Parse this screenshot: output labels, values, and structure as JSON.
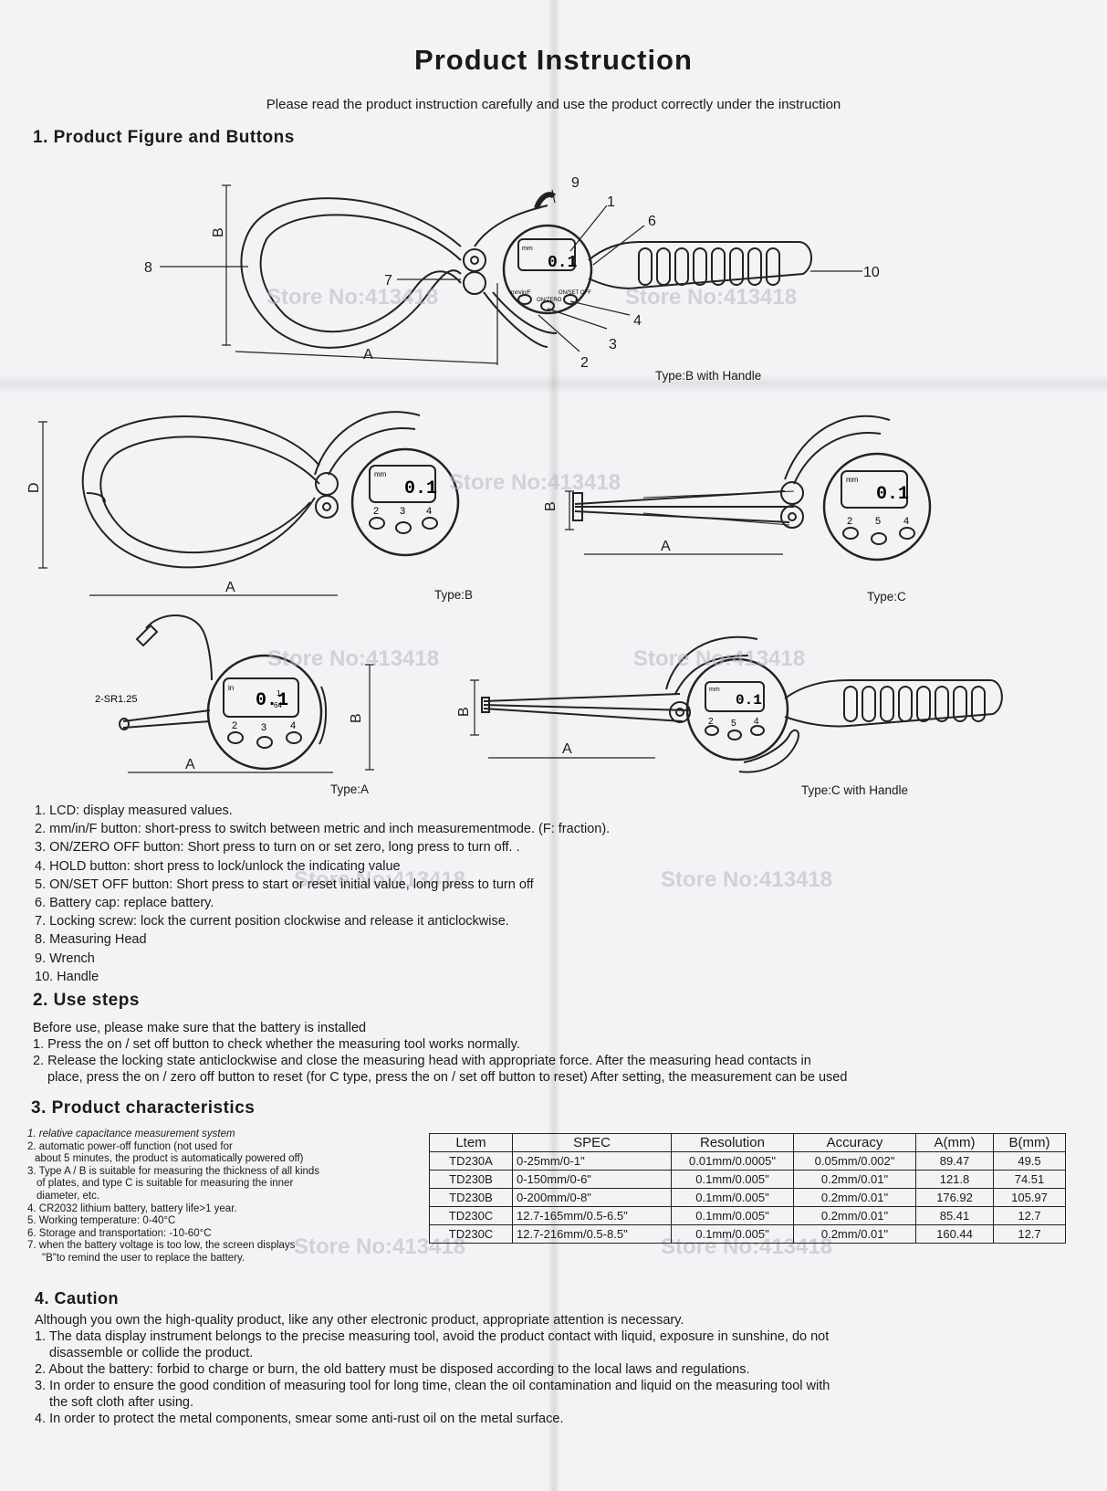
{
  "title": "Product Instruction",
  "subtitle": "Please read the product instruction carefully and use the product correctly under the instruction",
  "sections": {
    "s1": "1. Product Figure and Buttons",
    "s2": "2. Use steps",
    "s3": "3. Product characteristics",
    "s4": "4. Caution"
  },
  "figure": {
    "callouts": [
      "1",
      "2",
      "3",
      "4",
      "6",
      "7",
      "8",
      "9",
      "10"
    ],
    "dim_a": "A",
    "dim_b": "B",
    "dim_d": "D",
    "display_value": "0.1",
    "display_fraction": "0.1",
    "fraction_small": "1",
    "fraction_den": "64",
    "display_unit_mm": "mm",
    "display_unit_in": "in",
    "buttons_b": [
      "2",
      "3",
      "4"
    ],
    "buttons_c": [
      "2",
      "5",
      "4"
    ],
    "head_label": "2-SR1.25",
    "btn_text_mm": "mm/in/F",
    "btn_text_on": "ON/ZERO",
    "btn_text_set": "ON/SET OFF"
  },
  "captions": {
    "b_handle": "Type:B with Handle",
    "b": "Type:B",
    "c": "Type:C",
    "a": "Type:A",
    "c_handle": "Type:C with Handle"
  },
  "watermark": "Store No:413418",
  "buttons_list": [
    "1. LCD: display measured values.",
    "2. mm/in/F button: short-press to switch between metric and inch measurementmode. (F: fraction).",
    "3. ON/ZERO OFF button: Short press to turn on or set zero, long press to turn off. .",
    "4. HOLD button: short press to lock/unlock the indicating value",
    "5. ON/SET OFF button: Short press to start or reset initial value, long press to turn off",
    "6. Battery cap: replace battery.",
    "7. Locking screw: lock the current position clockwise and release it anticlockwise.",
    "8. Measuring Head",
    "9. Wrench",
    "10. Handle"
  ],
  "use_steps": {
    "intro": "Before use, please make sure that the battery is installed",
    "step1": "1. Press the on / set off button to check whether the measuring tool works normally.",
    "step2a": "2. Release the locking state anticlockwise and close the measuring head with appropriate force. After the measuring head contacts in",
    "step2b": "place, press the on / zero off button to reset (for C type, press the on / set off button to reset) After setting, the measurement can be used"
  },
  "characteristics": [
    "1. relative capacitance measurement system",
    "2. automatic power-off function (not used for",
    "about 5 minutes, the product is automatically powered off)",
    "3. Type A / B is suitable for measuring the thickness of all kinds",
    "of plates, and type C is suitable for measuring the inner",
    "diameter, etc.",
    "4. CR2032 lithium battery, battery life>1 year.",
    "5. Working temperature: 0-40°C",
    "6. Storage and transportation: -10-60°C",
    "7. when the battery voltage is too low, the screen displays",
    "\"B\"to remind the user to replace the battery."
  ],
  "spec_table": {
    "headers": [
      "Ltem",
      "SPEC",
      "Resolution",
      "Accuracy",
      "A(mm)",
      "B(mm)"
    ],
    "rows": [
      [
        "TD230A",
        "0-25mm/0-1\"",
        "0.01mm/0.0005\"",
        "0.05mm/0.002\"",
        "89.47",
        "49.5"
      ],
      [
        "TD230B",
        "0-150mm/0-6\"",
        "0.1mm/0.005\"",
        "0.2mm/0.01\"",
        "121.8",
        "74.51"
      ],
      [
        "TD230B",
        "0-200mm/0-8\"",
        "0.1mm/0.005\"",
        "0.2mm/0.01\"",
        "176.92",
        "105.97"
      ],
      [
        "TD230C",
        "12.7-165mm/0.5-6.5\"",
        "0.1mm/0.005\"",
        "0.2mm/0.01\"",
        "85.41",
        "12.7"
      ],
      [
        "TD230C",
        "12.7-216mm/0.5-8.5\"",
        "0.1mm/0.005\"",
        "0.2mm/0.01\"",
        "160.44",
        "12.7"
      ]
    ]
  },
  "caution": {
    "intro": "Although you own the high-quality product, like any other electronic product, appropriate attention is necessary.",
    "c1a": "1. The data display instrument belongs to the precise measuring tool, avoid the product contact with liquid, exposure in sunshine, do not",
    "c1b": "disassemble or collide the product.",
    "c2": "2. About the battery: forbid to charge or burn, the old battery must be disposed according to the local laws and regulations.",
    "c3a": "3. In order to ensure the good condition of measuring tool for long time, clean the oil contamination and liquid on the measuring tool with",
    "c3b": "the soft cloth after using.",
    "c4": "4. In order to protect the metal components, smear some anti-rust oil on the metal surface."
  }
}
